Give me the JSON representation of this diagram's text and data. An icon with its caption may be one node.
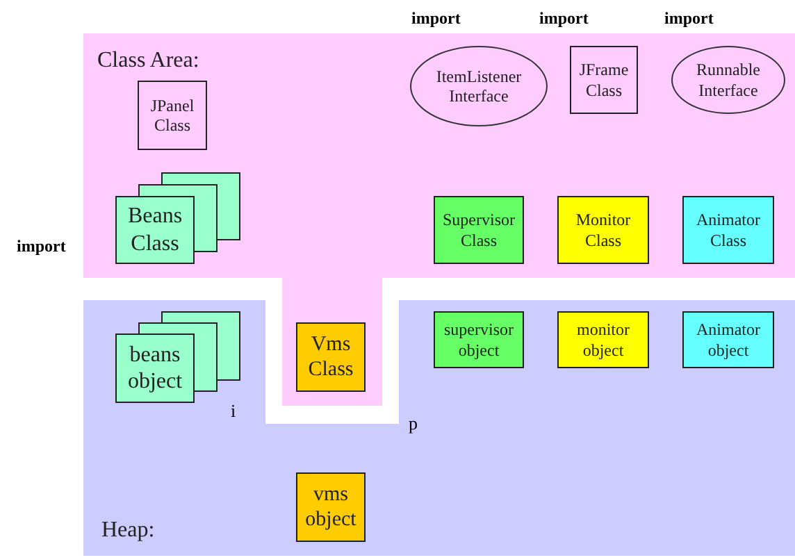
{
  "diagram": {
    "nodes": [
      {
        "text": [
          "Class Area:"
        ]
      },
      {
        "text": [
          "JPanel Class"
        ],
        "in": 0
      },
      {
        "text": [
          "ItemListener Interface"
        ],
        "in": 0
      },
      {
        "text": [
          "JFrame Class"
        ],
        "in": 0
      },
      {
        "text": [
          "Runnable Interface"
        ],
        "in": 0
      },
      {
        "text": [
          "Beans Class"
        ],
        "in": 0
      },
      {
        "text": [
          "Supervisor Class"
        ],
        "in": 0
      },
      {
        "text": [
          "Monitor Class"
        ],
        "in": 0
      },
      {
        "text": [
          "Animator Class"
        ],
        "in": 0
      },
      {
        "text": [
          "Vms Class"
        ],
        "in": 0
      },
      {
        "text": [
          "Heap:"
        ]
      },
      {
        "text": [
          "beans object"
        ],
        "in": 10
      },
      {
        "text": [
          "supervisor object"
        ],
        "in": 10
      },
      {
        "text": [
          "monitor object"
        ],
        "in": 10
      },
      {
        "text": [
          "Animator object"
        ],
        "in": 10
      },
      {
        "text": [
          "vms object"
        ],
        "in": 10
      }
    ],
    "edges": [],
    "labels": [
      "import",
      "import",
      "import",
      "import",
      "i",
      "p"
    ]
  }
}
